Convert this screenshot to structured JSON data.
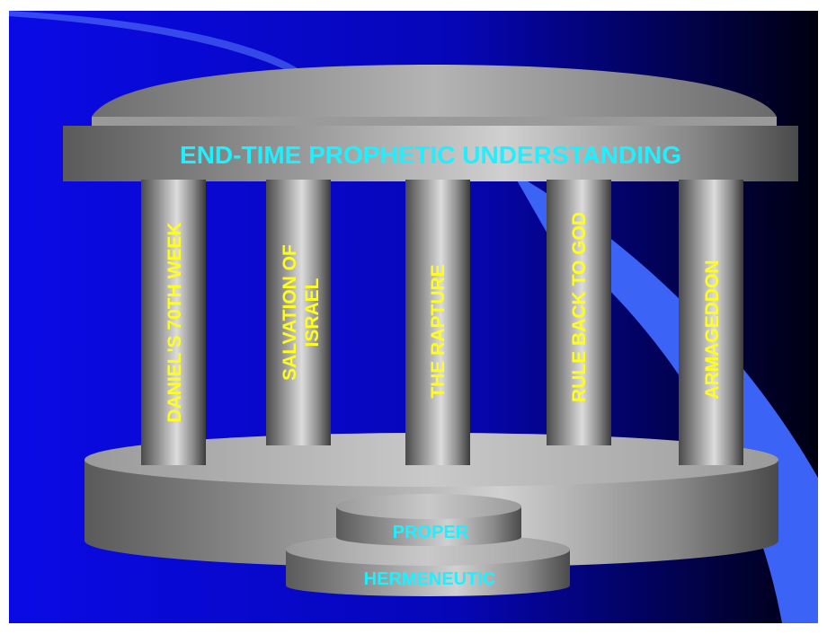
{
  "title": "END-TIME PROPHETIC UNDERSTANDING",
  "pillars": [
    {
      "lines": [
        "DANIEL'S 70TH WEEK"
      ]
    },
    {
      "lines": [
        "SALVATION OF",
        "ISRAEL"
      ]
    },
    {
      "lines": [
        "THE RAPTURE"
      ]
    },
    {
      "lines": [
        "RULE BACK TO GOD"
      ]
    },
    {
      "lines": [
        "ARMAGEDDON"
      ]
    }
  ],
  "foundation": {
    "upper": "PROPER",
    "lower": "HERMENEUTIC"
  },
  "colors": {
    "background_dark": "#000010",
    "background_blue": "#0a0ae6",
    "accent_light_blue": "#3b63f5",
    "title_text": "#1ef0ff",
    "pillar_text": "#ffff1a",
    "stone_light": "#c8c8c8",
    "stone_dark": "#555555"
  }
}
